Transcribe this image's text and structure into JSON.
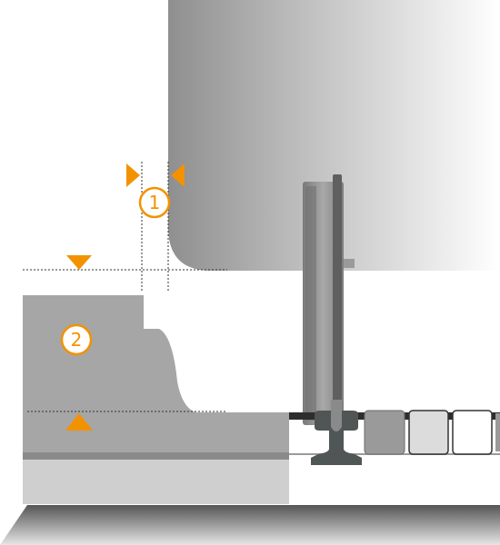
{
  "markers": [
    {
      "id": "marker-1",
      "label": "1"
    },
    {
      "id": "marker-2",
      "label": "2"
    }
  ],
  "colors": {
    "accent": "#f39200",
    "platform": "#a6a6a6",
    "platform_base": "#cfcfcf",
    "platform_stripe": "#8a8a8a",
    "rail": "#505555",
    "wheel": "#8f8f8f",
    "pad_dark": "#9a9a9a",
    "pad_light": "#dcdcdc"
  }
}
